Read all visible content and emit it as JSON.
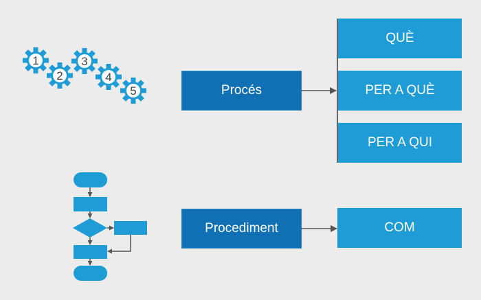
{
  "process": {
    "label": "Procés",
    "outputs": [
      "QUÈ",
      "PER A QUÈ",
      "PER A QUI"
    ]
  },
  "procedure": {
    "label": "Procediment",
    "outputs": [
      "COM"
    ]
  },
  "gears": [
    "1",
    "2",
    "3",
    "4",
    "5"
  ],
  "colors": {
    "background": "#ececec",
    "dark_box": "#1170b4",
    "light_box": "#1f9bd6",
    "connector": "#555555"
  }
}
